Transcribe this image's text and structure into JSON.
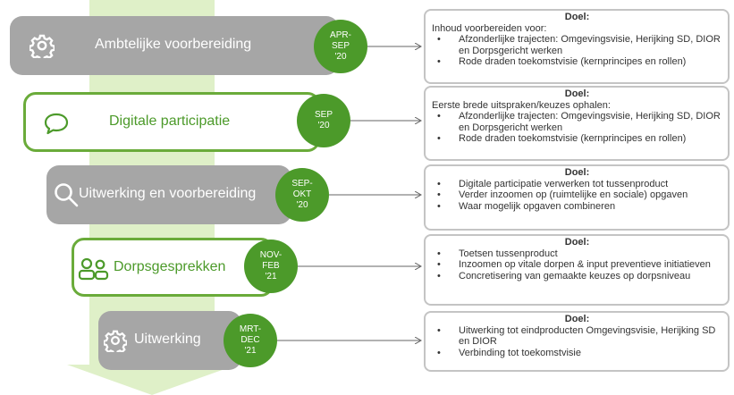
{
  "colors": {
    "accent_green": "#4c9a2a",
    "outline_green": "#6aab3a",
    "arrow_green": "#dff0c8",
    "step_gray": "#a6a6a6",
    "box_border": "#c4c4c4"
  },
  "steps": [
    {
      "label": "Ambtelijke voorbereiding",
      "icon": "gear-icon",
      "style": "gray",
      "date": [
        "APR-",
        "SEP",
        "'20"
      ],
      "box": {
        "title": "Doel:",
        "intro": "Inhoud voorbereiden voor:",
        "items": [
          "Afzonderlijke trajecten: Omgevingsvisie, Herijking SD, DIOR en Dorpsgericht werken",
          "Rode draden toekomstvisie (kernprincipes en rollen)"
        ]
      }
    },
    {
      "label": "Digitale participatie",
      "icon": "speech-bubble-icon",
      "style": "outline",
      "date": [
        "SEP",
        "'20"
      ],
      "box": {
        "title": "Doel:",
        "intro": "Eerste brede uitspraken/keuzes ophalen:",
        "items": [
          "Afzonderlijke trajecten: Omgevingsvisie, Herijking SD, DIOR en Dorpsgericht werken",
          "Rode draden toekomstvisie (kernprincipes en rollen)"
        ]
      }
    },
    {
      "label": "Uitwerking en voorbereiding",
      "icon": "magnifier-icon",
      "style": "gray",
      "date": [
        "SEP-",
        "OKT",
        "'20"
      ],
      "box": {
        "title": "Doel:",
        "intro": "",
        "items": [
          "Digitale participatie verwerken tot tussenproduct",
          "Verder inzoomen op (ruimtelijke en sociale) opgaven",
          "Waar mogelijk opgaven combineren"
        ]
      }
    },
    {
      "label": "Dorpsgesprekken",
      "icon": "people-icon",
      "style": "outline",
      "date": [
        "NOV-",
        "FEB",
        "'21"
      ],
      "box": {
        "title": "Doel:",
        "intro": "",
        "items": [
          "Toetsen tussenproduct",
          "Inzoomen op vitale dorpen & input preventieve initiatieven",
          "Concretisering van gemaakte keuzes op dorpsniveau"
        ]
      }
    },
    {
      "label": "Uitwerking",
      "icon": "gear-icon",
      "style": "gray",
      "date": [
        "MRT-",
        "DEC",
        "'21"
      ],
      "box": {
        "title": "Doel:",
        "intro": "",
        "items": [
          "Uitwerking tot eindproducten Omgevingsvisie, Herijking SD en DIOR",
          "Verbinding tot toekomstvisie"
        ]
      }
    }
  ]
}
